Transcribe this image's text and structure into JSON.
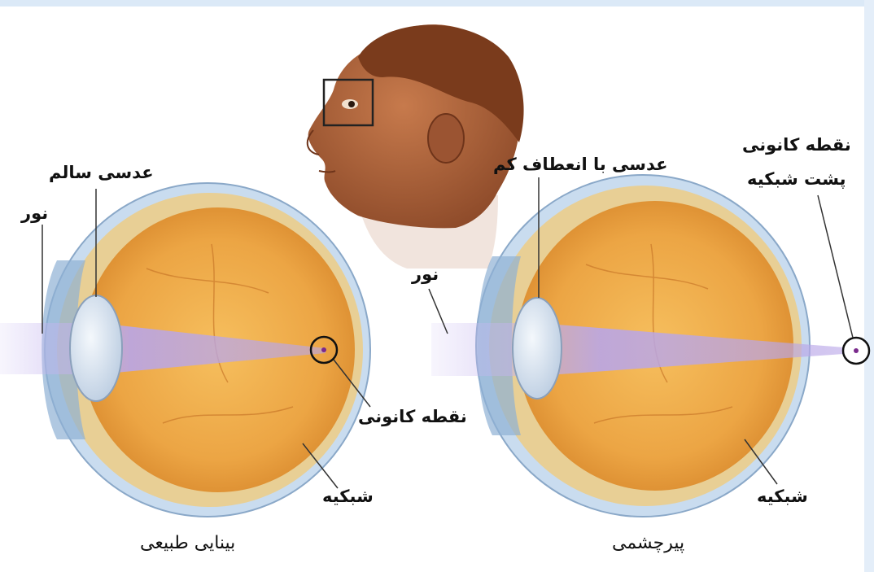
{
  "colors": {
    "background": "#ffffff",
    "frame_tint": "#dbe9f7",
    "eyeball_outer": "#c9dcef",
    "eyeball_inner": "#e8a340",
    "eyeball_core": "#f2b350",
    "light_beam": "#b9a6e8",
    "lens": "#dfe8f2",
    "skin": "#a9623c",
    "label_text": "#111111"
  },
  "icons": {
    "head": "human-head-profile-illustration",
    "eye_normal": "eye-cross-section-illustration",
    "eye_hyperopia": "eye-cross-section-illustration"
  },
  "normal_eye": {
    "lens_label": "عدسی سالم",
    "light_label": "نور",
    "focal_point_label": "نقطه کانونی",
    "retina_label": "شبکیه",
    "caption": "بینایی طبیعی"
  },
  "hyperopia_eye": {
    "lens_label": "عدسی با انعطاف کم",
    "light_label": "نور",
    "focal_point_label_line1": "نقطه کانونی",
    "focal_point_label_line2": "پشت شبکیه",
    "retina_label": "شبکیه",
    "caption": "پیرچشمی"
  }
}
